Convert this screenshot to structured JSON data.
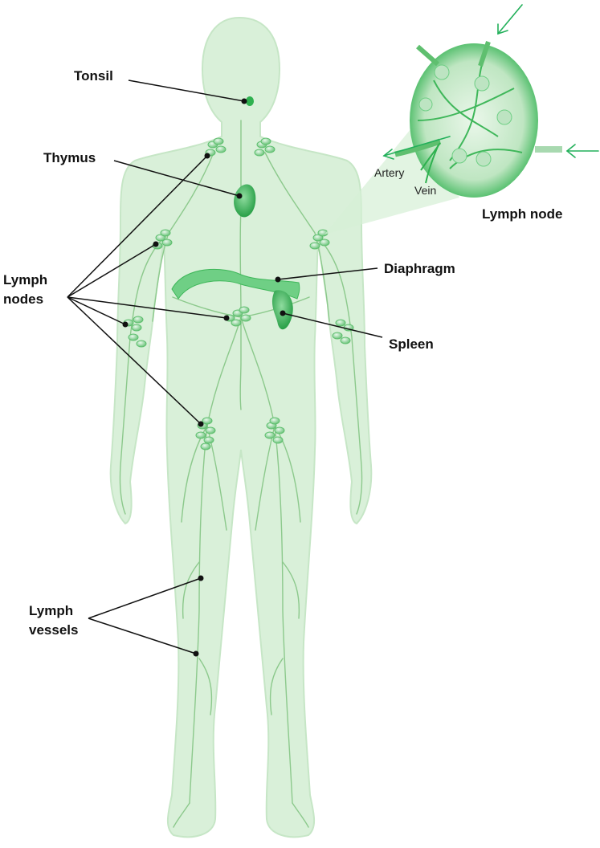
{
  "labels": {
    "tonsil": "Tonsil",
    "thymus": "Thymus",
    "lymph_nodes_line1": "Lymph",
    "lymph_nodes_line2": "nodes",
    "diaphragm": "Diaphragm",
    "spleen": "Spleen",
    "lymph_vessels_line1": "Lymph",
    "lymph_vessels_line2": "vessels",
    "lymph_node_inset": "Lymph node",
    "artery": "Artery",
    "vein": "Vein"
  },
  "colors": {
    "body_fill": "#d9f0d9",
    "body_outline": "#c3e3c3",
    "vessel": "#8cc98c",
    "node": "#5fbf6f",
    "organ": "#2fb14f",
    "arrow": "#22b05a",
    "leader": "#111111"
  }
}
